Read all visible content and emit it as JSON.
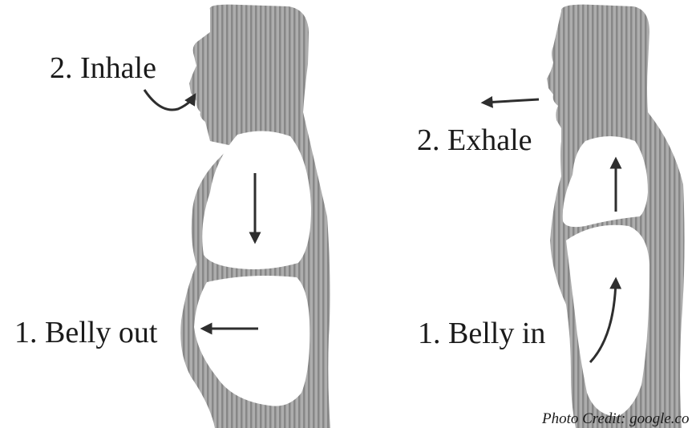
{
  "figures": [
    {
      "id": "inhale",
      "step_breath_label": "2. Inhale",
      "step_belly_label": "1. Belly out"
    },
    {
      "id": "exhale",
      "step_breath_label": "2. Exhale",
      "step_belly_label": "1. Belly in"
    }
  ],
  "credit": "Photo Credit: google.co",
  "colors": {
    "body_fill": "#a9a9a9",
    "body_stripe": "#858585",
    "cavity_fill": "#ffffff",
    "arrow": "#2e2e2e",
    "text": "#1a1a1a"
  }
}
